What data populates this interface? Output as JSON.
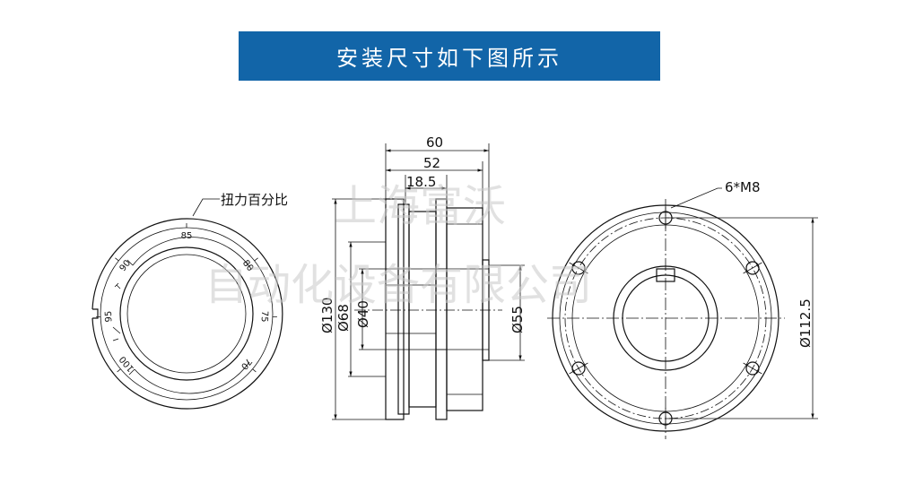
{
  "banner": {
    "title": "安装尺寸如下图所示"
  },
  "left_view": {
    "callout": "扭力百分比",
    "scale_ticks": [
      "100",
      "95",
      "90",
      "85",
      "80",
      "75",
      "70"
    ]
  },
  "side_view": {
    "dims": {
      "overall_length": "60",
      "body_length": "52",
      "flange_length": "18.5",
      "outer_dia": "Ø130",
      "dia_68": "Ø68",
      "dia_40": "Ø40",
      "dia_55": "Ø55"
    }
  },
  "front_view": {
    "hole_callout": "6*M8",
    "pcd": "Ø112.5"
  },
  "watermark": {
    "line1": "上海富沃",
    "line2": "自动化设备有限公司"
  }
}
